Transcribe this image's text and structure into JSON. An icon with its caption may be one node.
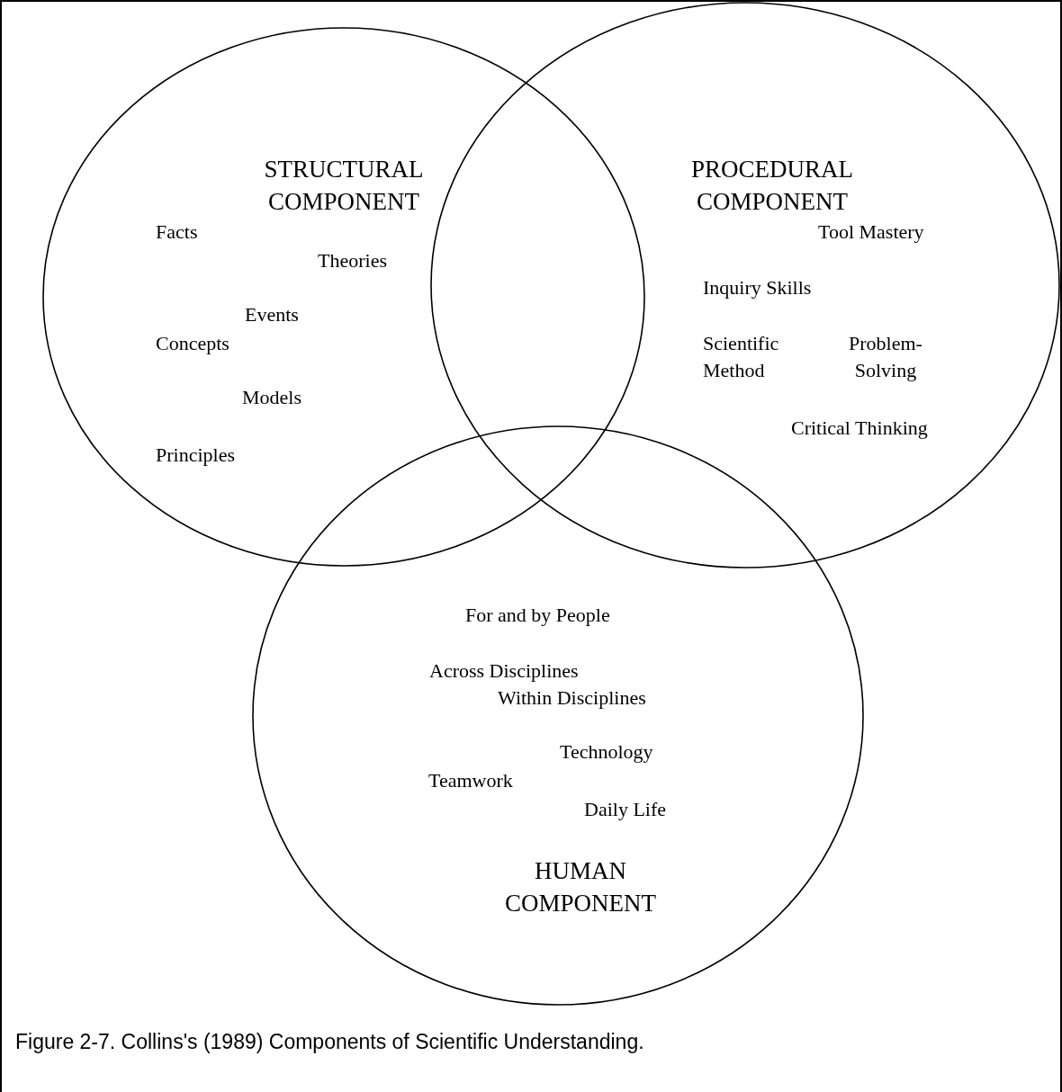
{
  "diagram": {
    "caption": "Figure 2-7. Collins's (1989) Components of Scientific Understanding.",
    "nodes": [
      {
        "text": [
          "STRUCTURAL COMPONENT",
          "Facts",
          "Theories",
          "Events",
          "Concepts",
          "Models",
          "Principles"
        ]
      },
      {
        "text": [
          "PROCEDURAL COMPONENT",
          "Tool Mastery",
          "Inquiry Skills",
          "Scientific Method",
          "Problem-Solving",
          "Critical Thinking"
        ]
      },
      {
        "text": [
          "For and by People",
          "Across Disciplines",
          "Within Disciplines",
          "Technology",
          "Teamwork",
          "Daily Life",
          "HUMAN COMPONENT"
        ]
      }
    ],
    "edges": []
  }
}
